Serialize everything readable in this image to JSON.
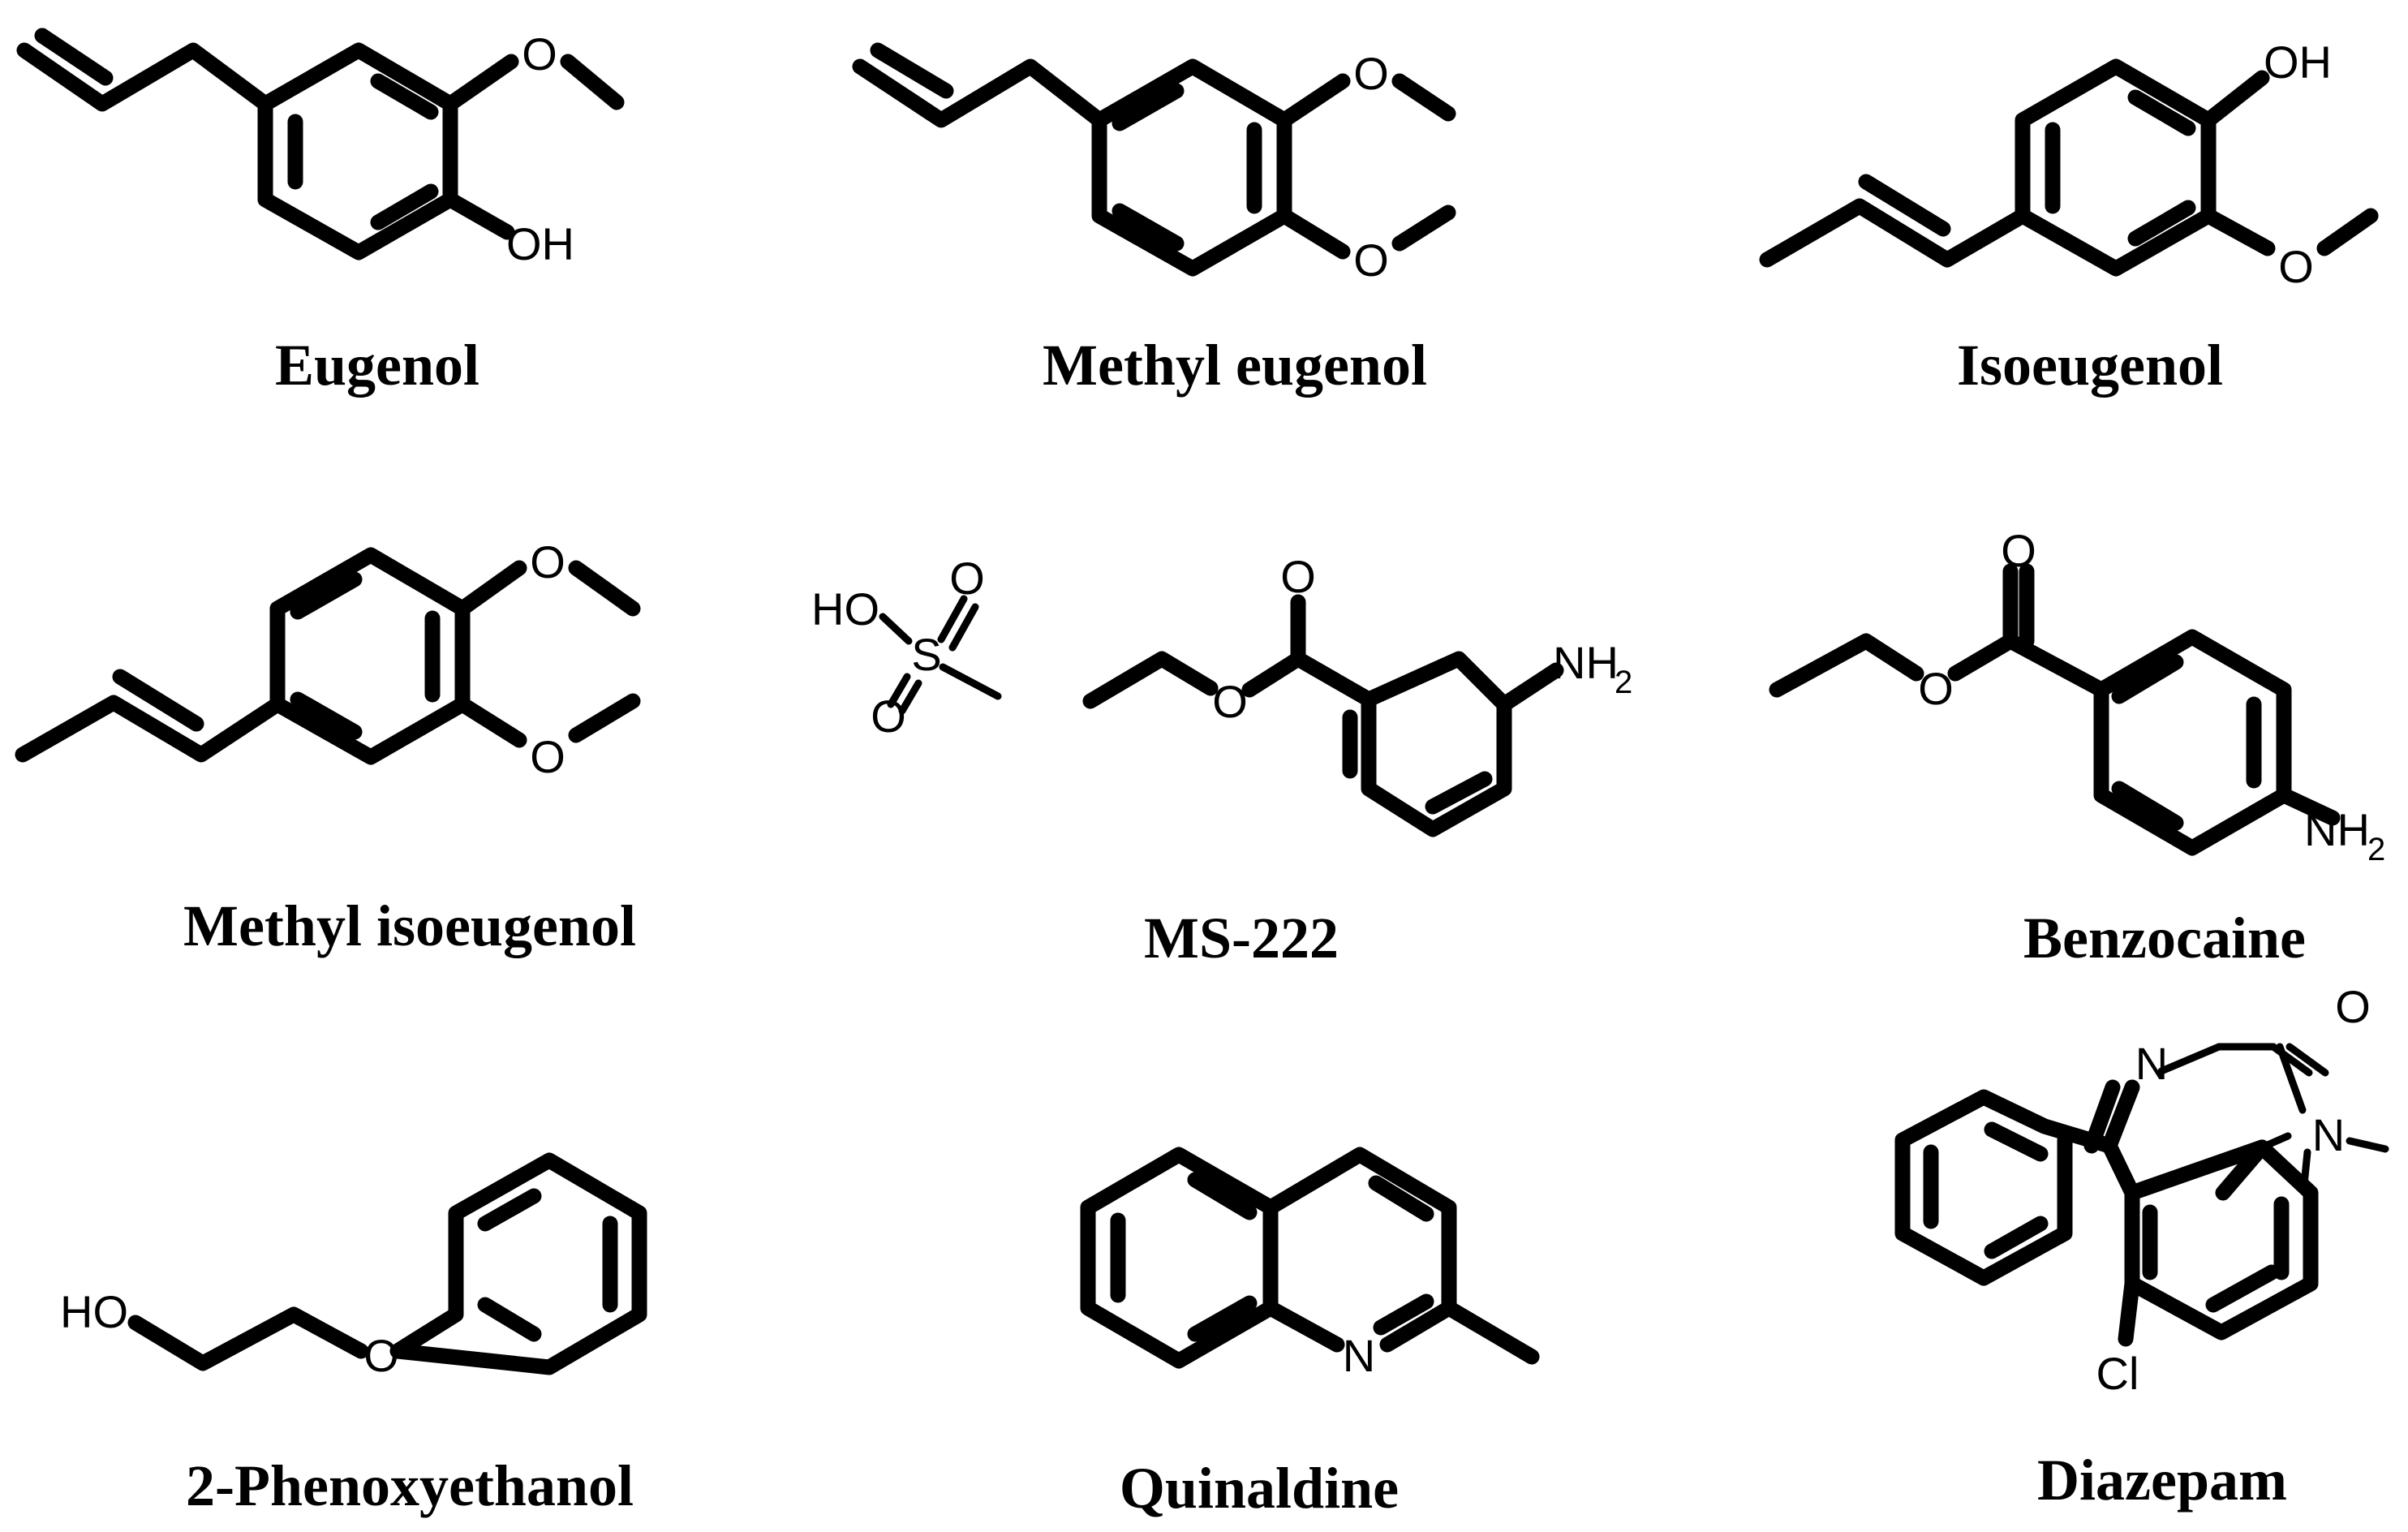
{
  "compounds": [
    {
      "name": "Eugenol",
      "atoms": [
        "O",
        "OH"
      ]
    },
    {
      "name": "Methyl eugenol",
      "atoms": [
        "O",
        "O"
      ]
    },
    {
      "name": "Isoeugenol",
      "atoms": [
        "OH",
        "O"
      ]
    },
    {
      "name": "Methyl isoeugenol",
      "atoms": [
        "O",
        "O"
      ]
    },
    {
      "name": "MS-222",
      "atoms": [
        "HO",
        "S",
        "O",
        "O",
        "O",
        "O",
        "NH",
        "2"
      ]
    },
    {
      "name": "Benzocaine",
      "atoms": [
        "O",
        "O",
        "NH",
        "2"
      ]
    },
    {
      "name": "2-Phenoxyethanol",
      "atoms": [
        "HO",
        "O"
      ]
    },
    {
      "name": "Quinaldine",
      "atoms": [
        "N"
      ]
    },
    {
      "name": "Diazepam",
      "atoms": [
        "N",
        "O",
        "N",
        "Cl"
      ]
    }
  ]
}
